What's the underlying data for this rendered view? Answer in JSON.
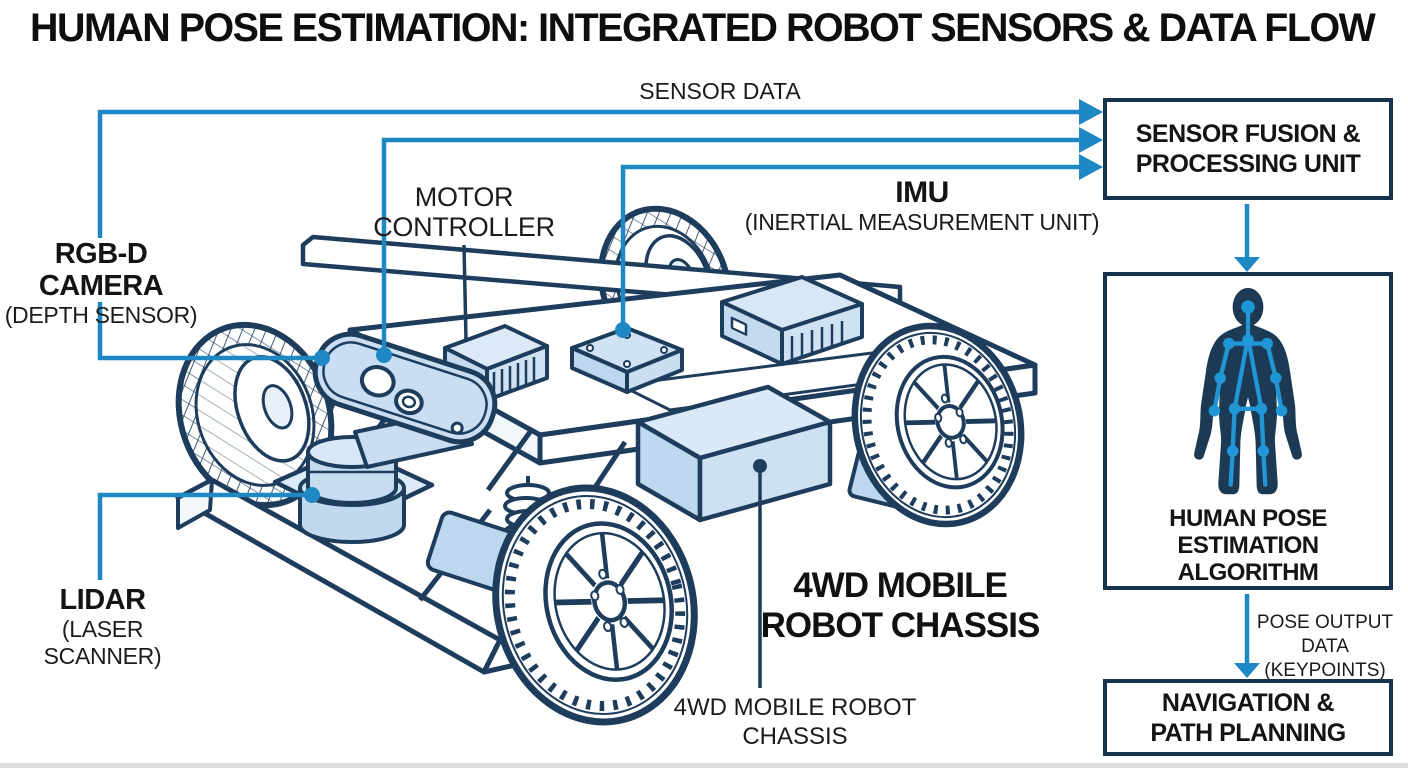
{
  "title": "HUMAN POSE ESTIMATION: INTEGRATED ROBOT SENSORS & DATA FLOW",
  "flow": {
    "sensor_data_label": "SENSOR DATA",
    "fusion_box": {
      "line1": "SENSOR FUSION &",
      "line2": "PROCESSING UNIT"
    },
    "pose_box": {
      "line1": "HUMAN POSE",
      "line2": "ESTIMATION",
      "line3": "ALGORITHM"
    },
    "pose_output": {
      "line1": "POSE OUTPUT DATA",
      "line2": "(KEYPOINTS)"
    },
    "nav_box": {
      "line1": "NAVIGATION &",
      "line2": "PATH PLANNING"
    }
  },
  "labels": {
    "rgbd": {
      "title": "RGB-D CAMERA",
      "subtitle": "(DEPTH SENSOR)"
    },
    "lidar": {
      "title": "LIDAR",
      "subtitle": "(LASER SCANNER)"
    },
    "motor": {
      "line1": "MOTOR",
      "line2": "CONTROLLER"
    },
    "imu": {
      "title": "IMU",
      "subtitle": "(INERTIAL MEASUREMENT UNIT)"
    },
    "chassis_big": {
      "line1": "4WD MOBILE",
      "line2": "ROBOT CHASSIS"
    },
    "chassis_small": {
      "line1": "4WD MOBILE ROBOT",
      "line2": "CHASSIS"
    }
  },
  "icons": {
    "human_pose": "human-pose-skeleton-icon",
    "flow_arrow": "arrow-right-icon",
    "down_arrow": "arrow-down-icon",
    "connector_dot": "connector-dot-icon"
  },
  "colors": {
    "accent_blue": "#1e88c4",
    "outline_navy": "#1e3d5c",
    "box_border_navy": "#16344e",
    "fill_light_blue": "#cfe2f3",
    "fill_mid_blue": "#bdd7ee",
    "silhouette_navy": "#1d3a55",
    "text": "#161616",
    "background": "#ffffff"
  }
}
